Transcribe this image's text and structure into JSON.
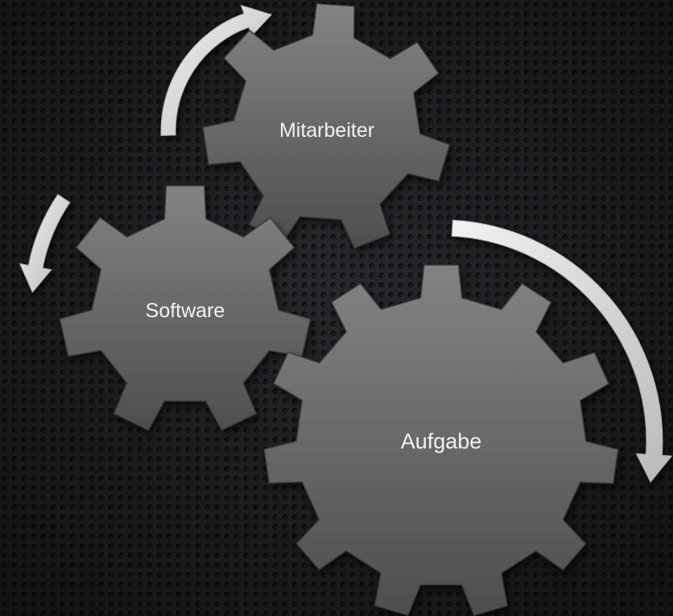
{
  "diagram": {
    "gears": [
      {
        "id": "mitarbeiter",
        "label": "Mitarbeiter"
      },
      {
        "id": "software",
        "label": "Software"
      },
      {
        "id": "aufgabe",
        "label": "Aufgabe"
      }
    ]
  },
  "colors": {
    "background": "#202224",
    "gear_fill": "#6d6d6d",
    "gear_fill_light": "#838383",
    "gear_fill_dark": "#4e4e4e",
    "gear_stroke": "#3a3a3a",
    "arrow": "#d4d4d4",
    "label": "#f2f2f2"
  }
}
